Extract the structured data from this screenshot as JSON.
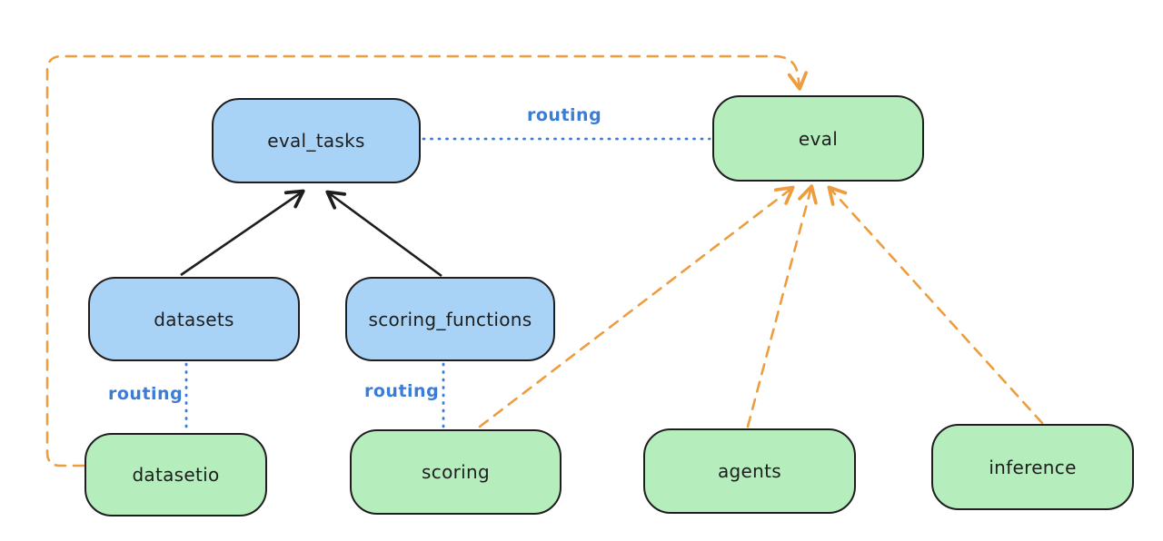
{
  "diagram": {
    "nodes": {
      "eval_tasks": {
        "label": "eval_tasks",
        "fill": "#a8d3f7"
      },
      "eval": {
        "label": "eval",
        "fill": "#b5edbd"
      },
      "datasets": {
        "label": "datasets",
        "fill": "#a8d3f7"
      },
      "scoring_functions": {
        "label": "scoring_functions",
        "fill": "#a8d3f7"
      },
      "datasetio": {
        "label": "datasetio",
        "fill": "#b5edbd"
      },
      "scoring": {
        "label": "scoring",
        "fill": "#b5edbd"
      },
      "agents": {
        "label": "agents",
        "fill": "#b5edbd"
      },
      "inference": {
        "label": "inference",
        "fill": "#b5edbd"
      }
    },
    "routing_labels": [
      "routing",
      "routing",
      "routing"
    ],
    "edges": [
      {
        "from": "datasets",
        "to": "eval_tasks",
        "style": "solid",
        "color": "#1e1e1e"
      },
      {
        "from": "scoring_functions",
        "to": "eval_tasks",
        "style": "solid",
        "color": "#1e1e1e"
      },
      {
        "from": "eval_tasks",
        "to": "eval",
        "style": "dotted",
        "color": "#3b7cd6",
        "label": "routing"
      },
      {
        "from": "datasets",
        "to": "datasetio",
        "style": "dotted",
        "color": "#3b7cd6",
        "label": "routing"
      },
      {
        "from": "scoring_functions",
        "to": "scoring",
        "style": "dotted",
        "color": "#3b7cd6",
        "label": "routing"
      },
      {
        "from": "datasetio",
        "to": "eval",
        "style": "dashed",
        "color": "#ed9d3e"
      },
      {
        "from": "scoring",
        "to": "eval",
        "style": "dashed",
        "color": "#ed9d3e"
      },
      {
        "from": "agents",
        "to": "eval",
        "style": "dashed",
        "color": "#ed9d3e"
      },
      {
        "from": "inference",
        "to": "eval",
        "style": "dashed",
        "color": "#ed9d3e"
      }
    ],
    "colors": {
      "ink": "#1e1e1e",
      "blue_fill": "#a8d3f7",
      "green_fill": "#b5edbd",
      "blue_line": "#3b7cd6",
      "orange": "#ed9d3e",
      "background": "#ffffff"
    }
  }
}
